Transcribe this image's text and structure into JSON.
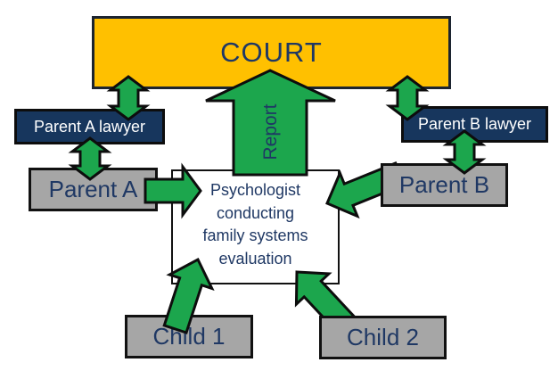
{
  "nodes": {
    "court": {
      "label": "COURT"
    },
    "parent_a_lawyer": {
      "label": "Parent A lawyer"
    },
    "parent_b_lawyer": {
      "label": "Parent B lawyer"
    },
    "parent_a": {
      "label": "Parent A"
    },
    "parent_b": {
      "label": "Parent B"
    },
    "psychologist": {
      "lines": [
        "Psychologist",
        "conducting",
        "family systems",
        "evaluation"
      ]
    },
    "child_1": {
      "label": "Child 1"
    },
    "child_2": {
      "label": "Child 2"
    }
  },
  "labels": {
    "report": "Report"
  },
  "colors": {
    "court_fill": "#FFC000",
    "lawyer_fill": "#17365D",
    "party_fill": "#A6A6A6",
    "arrow_green": "#1CA64D",
    "text_navy": "#1F3864",
    "outline_black": "#0d0d0d"
  }
}
